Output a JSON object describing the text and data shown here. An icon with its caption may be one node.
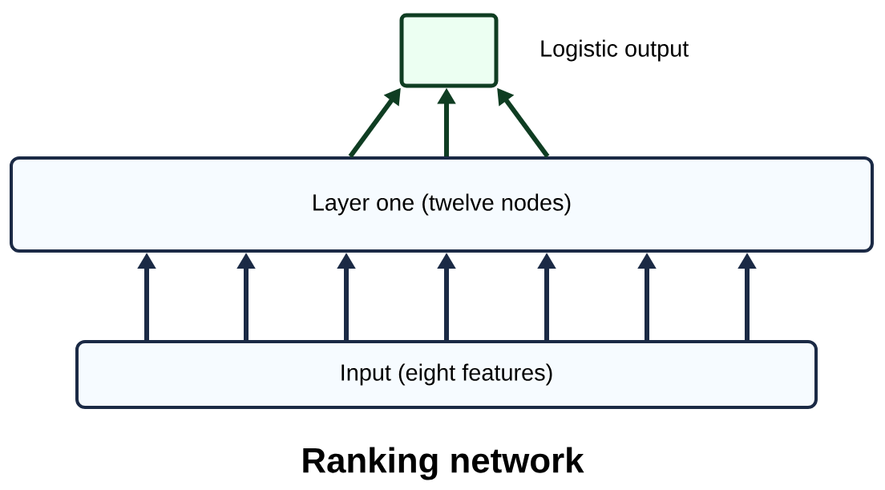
{
  "diagram": {
    "caption": "Ranking network",
    "nodes": [
      {
        "text": [],
        "shape": "box",
        "beside": [
          "Logistic output"
        ]
      },
      {
        "text": [
          "Layer one (twelve nodes)"
        ]
      },
      {
        "text": [
          "Input (eight features)"
        ]
      }
    ],
    "edges": [
      {
        "from": 2,
        "to": 1,
        "arrow": "to"
      },
      {
        "from": 2,
        "to": 1,
        "arrow": "to"
      },
      {
        "from": 2,
        "to": 1,
        "arrow": "to"
      },
      {
        "from": 2,
        "to": 1,
        "arrow": "to"
      },
      {
        "from": 2,
        "to": 1,
        "arrow": "to"
      },
      {
        "from": 2,
        "to": 1,
        "arrow": "to"
      },
      {
        "from": 2,
        "to": 1,
        "arrow": "to"
      },
      {
        "from": 1,
        "to": 0,
        "arrow": "to",
        "color": "#0f3d22"
      },
      {
        "from": 1,
        "to": 0,
        "arrow": "to",
        "color": "#0f3d22"
      },
      {
        "from": 1,
        "to": 0,
        "arrow": "to",
        "color": "#0f3d22"
      }
    ]
  }
}
